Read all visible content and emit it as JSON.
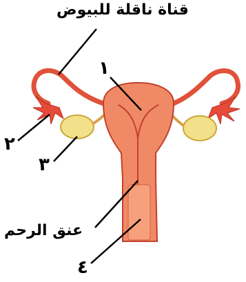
{
  "labels": {
    "title": "قناة ناقلة للبيوض",
    "n1": "١",
    "n2": "٢",
    "n3": "٣",
    "cervix": "عنق الرحم",
    "n4": "٤"
  },
  "colors": {
    "uterus": "#f08a66",
    "uterus_outline": "#c2402a",
    "tube": "#e0523a",
    "fimbriae": "#e84a3a",
    "ovary": "#f3e08a",
    "ovary_outline": "#c9a83a",
    "inner": "#f6a07c"
  }
}
